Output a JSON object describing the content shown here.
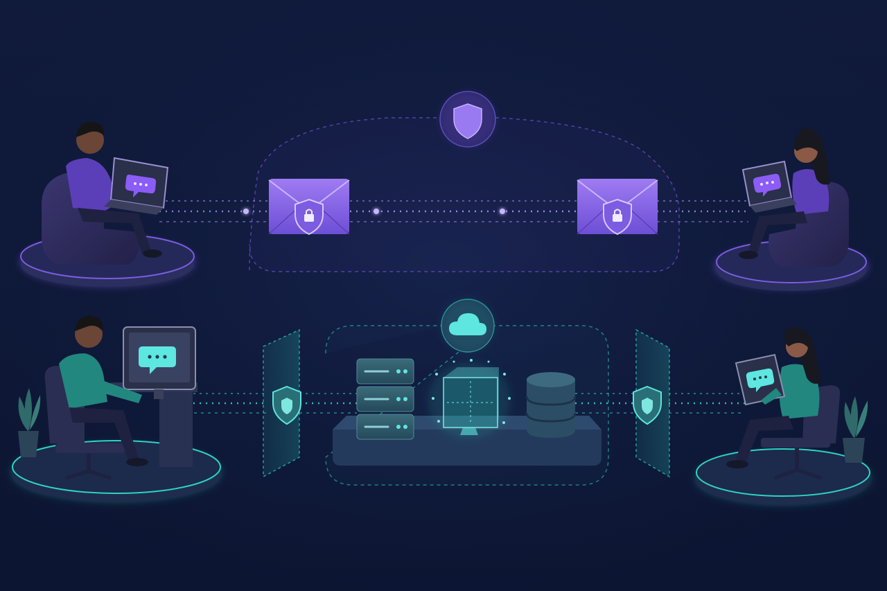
{
  "theme": {
    "background_top": "#101a3a",
    "background_bottom": "#0c1632",
    "purple": "#8b5cf6",
    "purple_light": "#a78bfa",
    "purple_dark": "#4c3a8f",
    "teal": "#2dd4bf",
    "teal_light": "#7ee8e0",
    "teal_dark": "#1f5f6b",
    "slate": "#1b2550",
    "figure_dark": "#1c2238"
  },
  "top_flow": {
    "channel": "encrypted-messaging",
    "badge_icon": "shield-icon",
    "sender_device": "laptop-icon",
    "receiver_device": "laptop-icon",
    "message_icon": "chat-bubble-icon",
    "packet_icon": "locked-envelope-icon",
    "packet_count": 2
  },
  "bottom_flow": {
    "channel": "secure-cloud-storage",
    "badge_icon": "cloud-icon",
    "sender_device": "desktop-monitor-icon",
    "receiver_device": "tablet-icon",
    "message_icon": "chat-bubble-icon",
    "gateway_icon": "shield-icon",
    "storage_icons": [
      "server-rack-icon",
      "data-cube-icon",
      "database-icon"
    ]
  }
}
